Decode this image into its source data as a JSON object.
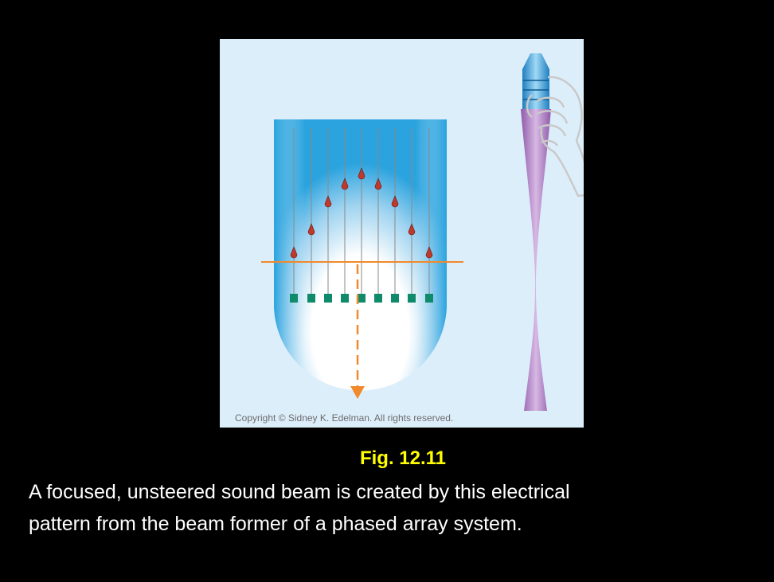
{
  "figure": {
    "copyright": "Copyright  © Sidney K. Edelman.  All rights reserved.",
    "colors": {
      "panel_background": "#ddeefb",
      "probe_blue": "#2aa3de",
      "focus_line": "#f08a2c",
      "element_green": "#0f8a6a",
      "pulse_red": "#c0392b",
      "beam_profile": "#b48ac8"
    },
    "element_count": 9
  },
  "fig_label": "Fig. 12.11",
  "caption": {
    "line1": "A focused, unsteered sound beam is created by this electrical",
    "line2": "pattern from the beam former of a phased array system."
  }
}
